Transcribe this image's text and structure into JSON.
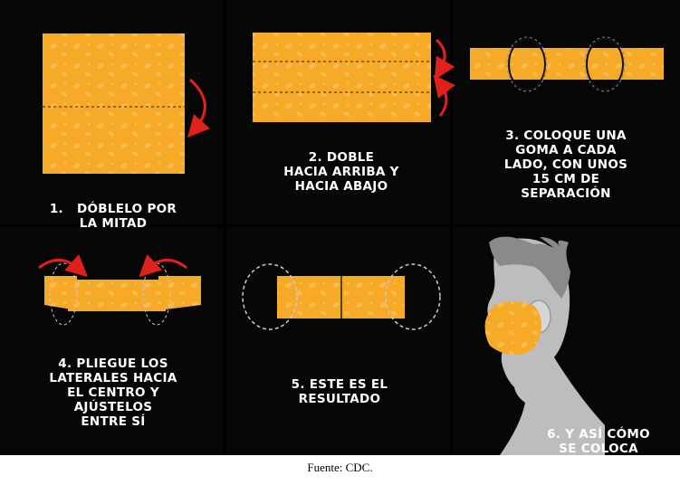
{
  "steps": [
    {
      "number": "1.",
      "text": "DÓBLELO POR\nLA MITAD"
    },
    {
      "number": "2.",
      "text": "DOBLE\nHACIA ARRIBA Y\nHACIA ABAJO"
    },
    {
      "number": "3.",
      "text": "COLOQUE UNA\nGOMA A CADA\nLADO, CON UNOS\n15 CM DE\nSEPARACIÓN"
    },
    {
      "number": "4.",
      "text": "PLIEGUE LOS\nLATERALES HACIA\nEL CENTRO Y\nAJÚSTELOS\nENTRE SÍ"
    },
    {
      "number": "5.",
      "text": "ESTE ES EL\nRESULTADO"
    },
    {
      "number": "6.",
      "text": "Y ASÍ CÓMO\nSE COLOCA"
    }
  ],
  "caption": "Fuente: CDC.",
  "colors": {
    "fabric": "#F7A928",
    "arrow": "#E0201B",
    "head": "#BDBDBD",
    "background": "#000000"
  }
}
